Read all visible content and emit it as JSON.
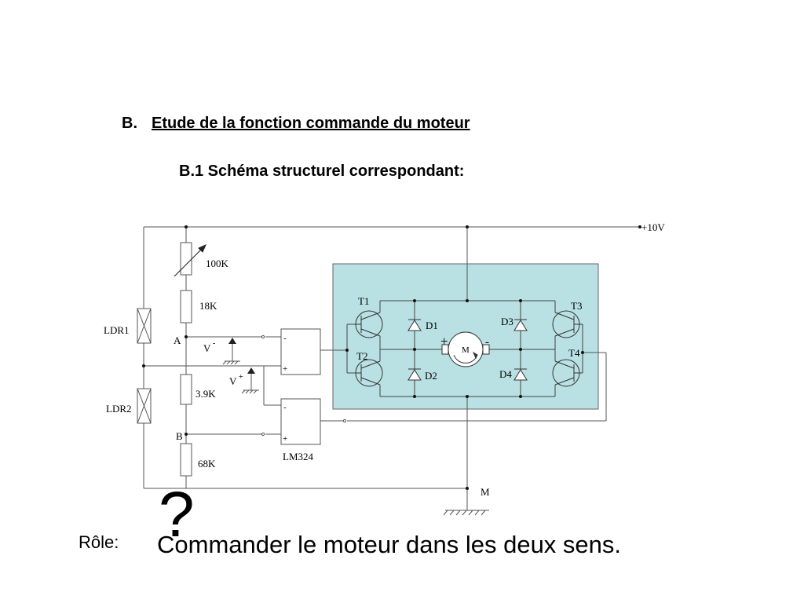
{
  "section": {
    "letter": "B.",
    "title": "Etude de la fonction commande du moteur"
  },
  "subsection": {
    "title": "B.1 Schéma structurel correspondant:"
  },
  "schematic": {
    "supply": "+10V",
    "ground": "M",
    "labels": {
      "pot": "100K",
      "r1": "18K",
      "r2": "3.9K",
      "r3": "68K",
      "ldr1": "LDR1",
      "ldr2": "LDR2",
      "nodeA": "A",
      "nodeB": "B",
      "vminus": "V",
      "vminus_sup": "-",
      "vplus": "V",
      "vplus_sup": "+",
      "opamp": "LM324",
      "t1": "T1",
      "t2": "T2",
      "t3": "T3",
      "t4": "T4",
      "d1": "D1",
      "d2": "D2",
      "d3": "D3",
      "d4": "D4",
      "motor": "M",
      "motor_plus": "+",
      "motor_minus": "-",
      "in_minus": "-",
      "in_plus": "+"
    },
    "colors": {
      "bridge_fill": "#b9e0e3",
      "line": "#555555"
    }
  },
  "role": {
    "label": "Rôle:",
    "question_mark": "?",
    "answer": "Commander le moteur dans les deux sens."
  }
}
